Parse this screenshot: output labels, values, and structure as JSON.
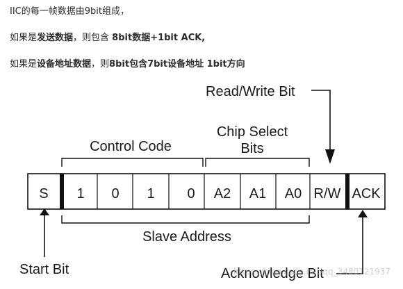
{
  "text": {
    "line1": "IIC的每一帧数据由9bit组成，",
    "line2_prefix": "如果是",
    "line2_bold1": "发送数据",
    "line2_mid": "，则包含 ",
    "line2_bold2": "8bit数据+1bit ACK,",
    "line3_prefix": "如果是",
    "line3_bold1": "设备地址数据",
    "line3_mid": "，则",
    "line3_bold2": "8bit包含7bit设备地址 1bit方向"
  },
  "diagram": {
    "labels": {
      "read_write_bit": "Read/Write Bit",
      "chip_select_line1": "Chip Select",
      "chip_select_line2": "Bits",
      "control_code": "Control Code",
      "slave_address": "Slave Address",
      "start_bit": "Start Bit",
      "acknowledge_bit": "Acknowledge Bit"
    },
    "frame_cells": [
      "S",
      "1",
      "0",
      "1",
      "0",
      "A2",
      "A1",
      "A0",
      "R/W",
      "ACK"
    ],
    "watermark": "https://blog.csdn.net/qq_3480121937"
  }
}
